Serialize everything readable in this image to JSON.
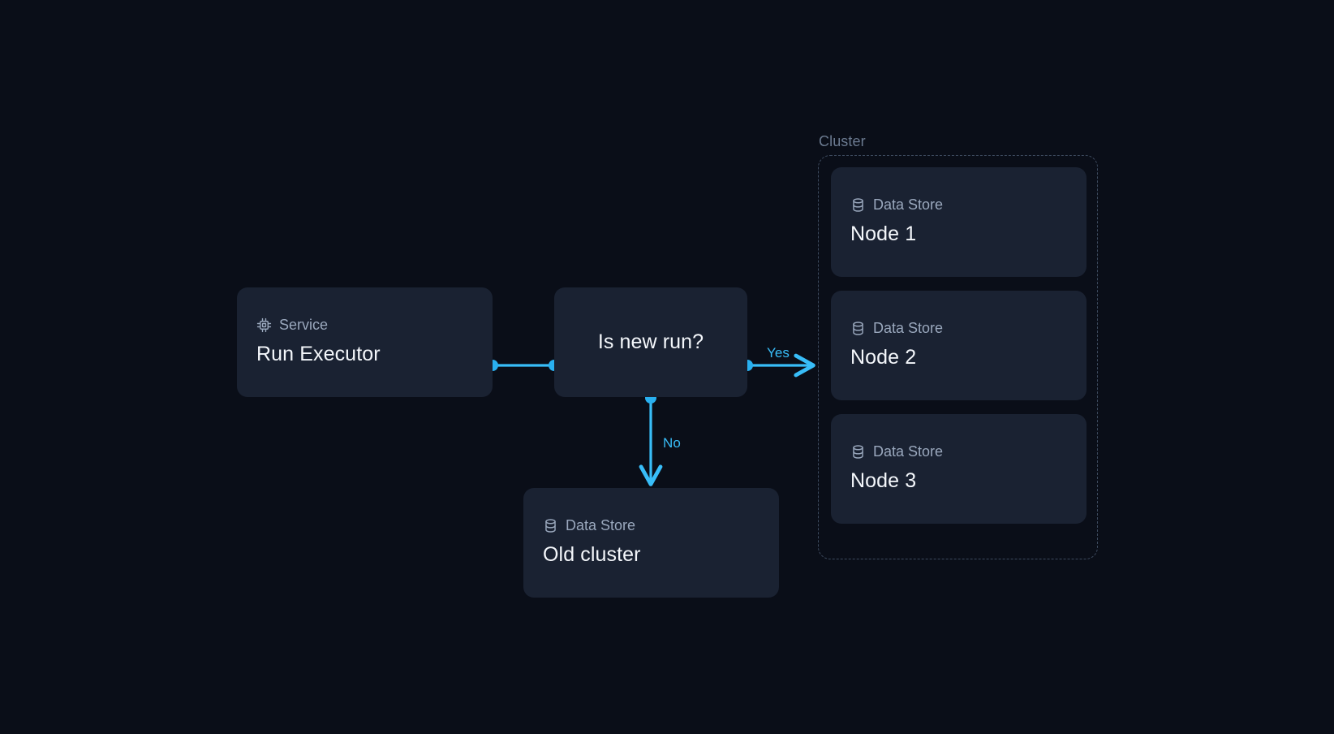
{
  "diagram": {
    "background_color": "#0a0e18",
    "accent_color": "#38bdf8",
    "node_bg_color": "#1a2232",
    "type_label_color": "#9aa8bd",
    "title_color": "#f4f7fb",
    "cluster_border_color": "#3d4a5e"
  },
  "cluster": {
    "label": "Cluster"
  },
  "nodes": {
    "service": {
      "type_label": "Service",
      "type_icon": "cpu-chip-icon",
      "title": "Run Executor"
    },
    "decision": {
      "title": "Is new run?"
    },
    "old_cluster": {
      "type_label": "Data Store",
      "type_icon": "database-icon",
      "title": "Old cluster"
    },
    "node1": {
      "type_label": "Data Store",
      "type_icon": "database-icon",
      "title": "Node 1"
    },
    "node2": {
      "type_label": "Data Store",
      "type_icon": "database-icon",
      "title": "Node 2"
    },
    "node3": {
      "type_label": "Data Store",
      "type_icon": "database-icon",
      "title": "Node 3"
    }
  },
  "edges": [
    {
      "id": "service-to-decision",
      "label": "",
      "from": "service",
      "to": "decision"
    },
    {
      "id": "decision-to-cluster",
      "label": "Yes",
      "from": "decision",
      "to": "cluster"
    },
    {
      "id": "decision-to-old-cluster",
      "label": "No",
      "from": "decision",
      "to": "old_cluster"
    }
  ],
  "edge_labels": {
    "yes": "Yes",
    "no": "No"
  }
}
